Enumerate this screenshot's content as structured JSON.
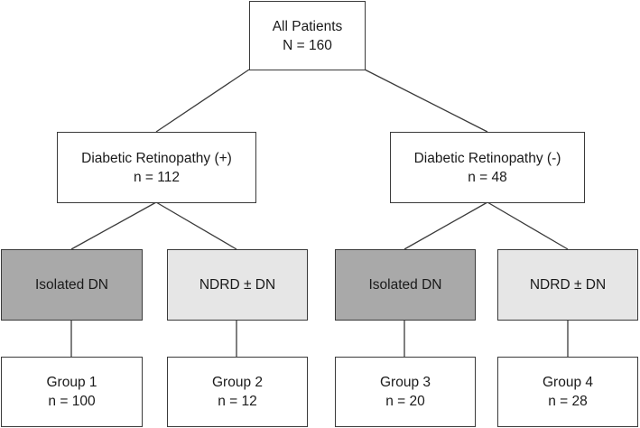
{
  "colors": {
    "box_border": "#3a3a3a",
    "isolated_fill": "#a9a9a9",
    "ndrd_fill": "#e6e6e6",
    "plain_fill": "#ffffff"
  },
  "root": {
    "title": "All Patients",
    "count": "N = 160"
  },
  "branches": [
    {
      "title": "Diabetic Retinopathy (+)",
      "count": "n = 112",
      "children": [
        {
          "category": "Isolated DN",
          "group": "Group 1",
          "count": "n = 100"
        },
        {
          "category": "NDRD ± DN",
          "group": "Group 2",
          "count": "n = 12"
        }
      ]
    },
    {
      "title": "Diabetic Retinopathy (-)",
      "count": "n = 48",
      "children": [
        {
          "category": "Isolated DN",
          "group": "Group 3",
          "count": "n = 20"
        },
        {
          "category": "NDRD ± DN",
          "group": "Group 4",
          "count": "n = 28"
        }
      ]
    }
  ]
}
